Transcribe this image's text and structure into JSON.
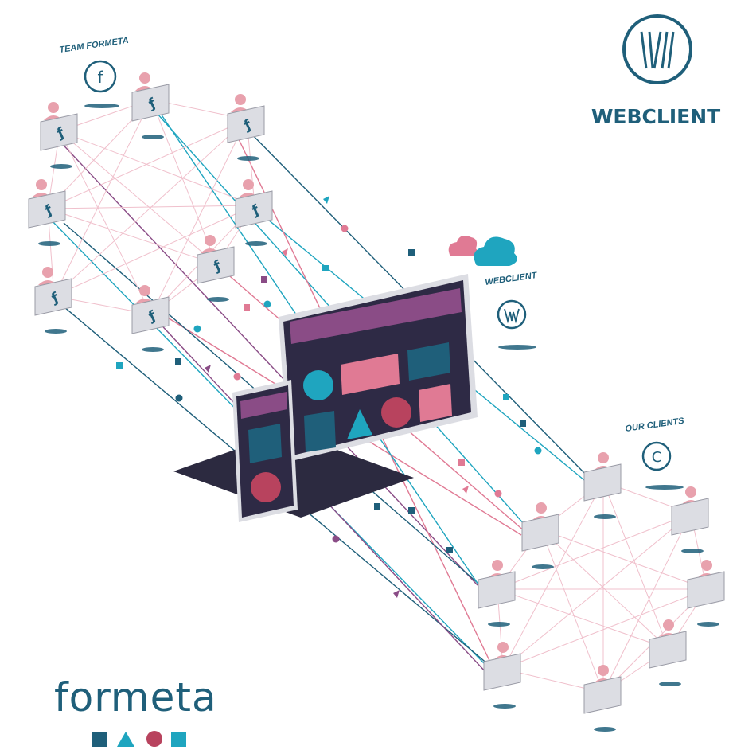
{
  "labels": {
    "team": "TEAM FORMETA",
    "team_letter": "f",
    "webclient_small": "WEBCLIENT",
    "clients": "OUR CLIENTS",
    "clients_letter": "C",
    "brand": "WEBCLIENT",
    "logo": "formeta"
  },
  "colors": {
    "navy": "#1f5f7a",
    "teal": "#1fa5bf",
    "pink": "#e07a94",
    "purple": "#8a4c86",
    "dark": "#2c2a40",
    "grey": "#dcdde3",
    "network_line": "#f0c0cc"
  }
}
